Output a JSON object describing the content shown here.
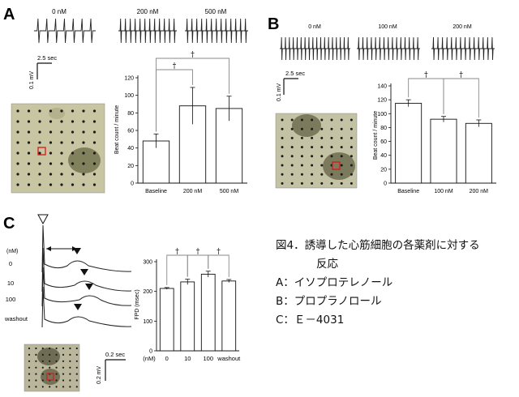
{
  "panels": {
    "A": {
      "letter": "A",
      "trace_labels": [
        "0 nM",
        "200 nM",
        "500 nM"
      ],
      "time_scale": "2.5 sec",
      "voltage_scale": "0.1 mV"
    },
    "B": {
      "letter": "B",
      "trace_labels": [
        "0 nM",
        "100 nM",
        "200 nM"
      ],
      "time_scale": "2.5 sec",
      "voltage_scale": "0.1 mV"
    },
    "C": {
      "letter": "C",
      "unit_label": "(nM)",
      "trace_labels": [
        "0",
        "10",
        "100",
        "washout"
      ],
      "time_scale": "0.2 sec",
      "voltage_scale": "0.2 mV"
    }
  },
  "significance_marker": "†",
  "chart_data": [
    {
      "type": "bar",
      "panel": "A",
      "categories": [
        "Baseline",
        "200 nM",
        "500 nM"
      ],
      "values": [
        48,
        88,
        85
      ],
      "errors": [
        8,
        21,
        14
      ],
      "ylabel": "Beat count / minute",
      "ylim": [
        0,
        120
      ],
      "yticks": [
        0,
        20,
        40,
        60,
        80,
        100,
        120
      ],
      "significance": [
        {
          "from": 0,
          "to": 1
        },
        {
          "from": 0,
          "to": 2
        }
      ]
    },
    {
      "type": "bar",
      "panel": "B",
      "categories": [
        "Baseline",
        "100 nM",
        "200 nM"
      ],
      "values": [
        115,
        92,
        86
      ],
      "errors": [
        5,
        4,
        5
      ],
      "ylabel": "Beat count / minute",
      "ylim": [
        0,
        140
      ],
      "yticks": [
        0,
        20,
        40,
        60,
        80,
        100,
        120,
        140
      ],
      "significance": [
        {
          "from": 0,
          "to": 1
        },
        {
          "from": 1,
          "to": 2
        }
      ]
    },
    {
      "type": "bar",
      "panel": "C",
      "x_unit": "(nM)",
      "categories": [
        "0",
        "10",
        "100",
        "washout"
      ],
      "values": [
        210,
        232,
        258,
        235
      ],
      "errors": [
        3,
        9,
        10,
        5
      ],
      "ylabel": "FPD (msec)",
      "ylim": [
        0,
        300
      ],
      "yticks": [
        0,
        100,
        200,
        300
      ],
      "significance": [
        {
          "from": 0,
          "to": 1
        },
        {
          "from": 1,
          "to": 2
        },
        {
          "from": 2,
          "to": 3
        }
      ]
    }
  ],
  "caption": {
    "title_line1": "図4．誘導した心筋細胞の各薬剤に対する",
    "title_line2": "反応",
    "items": [
      "A：イソプロテレノール",
      "B：プロプラノロール",
      "C：Ｅ－4031"
    ]
  }
}
